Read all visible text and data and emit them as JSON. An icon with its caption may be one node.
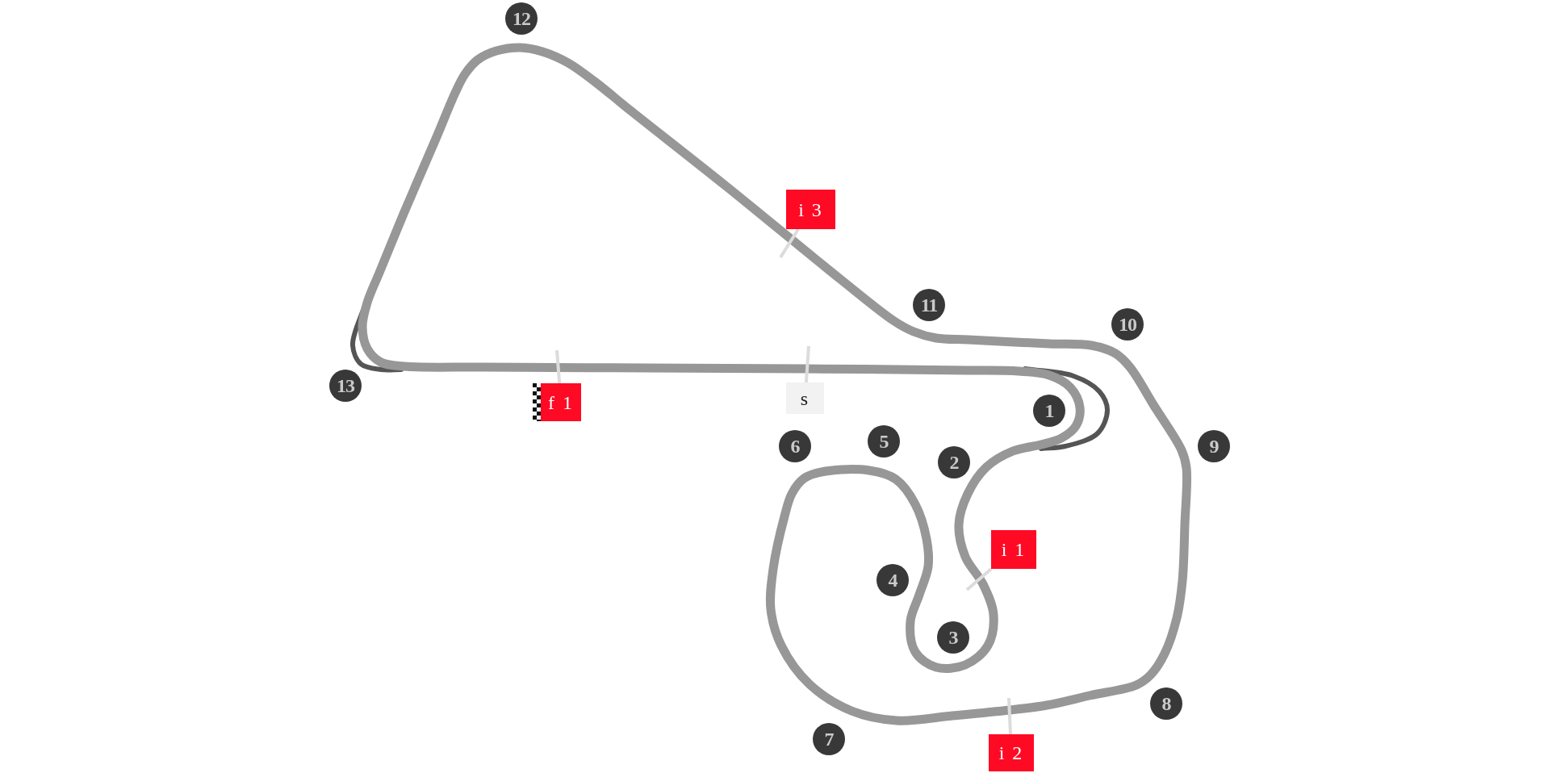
{
  "diagram": {
    "nodes": [
      {
        "text": [
          "1"
        ]
      },
      {
        "text": [
          "2"
        ]
      },
      {
        "text": [
          "3"
        ]
      },
      {
        "text": [
          "4"
        ]
      },
      {
        "text": [
          "5"
        ]
      },
      {
        "text": [
          "6"
        ]
      },
      {
        "text": [
          "7"
        ]
      },
      {
        "text": [
          "8"
        ]
      },
      {
        "text": [
          "9"
        ]
      },
      {
        "text": [
          "10"
        ]
      },
      {
        "text": [
          "11"
        ]
      },
      {
        "text": [
          "12"
        ]
      },
      {
        "text": [
          "13"
        ]
      },
      {
        "text": [
          "i 1"
        ]
      },
      {
        "text": [
          "i 2"
        ]
      },
      {
        "text": [
          "i 3"
        ]
      },
      {
        "text": [
          "f 1"
        ]
      },
      {
        "text": [
          "s"
        ]
      }
    ],
    "edges": [
      {
        "from": 13,
        "to": null,
        "arrow": "none"
      },
      {
        "from": 14,
        "to": null,
        "arrow": "none"
      },
      {
        "from": 15,
        "to": null,
        "arrow": "none"
      },
      {
        "from": 16,
        "to": null,
        "arrow": "none"
      },
      {
        "from": 17,
        "to": null,
        "arrow": "none"
      }
    ]
  }
}
